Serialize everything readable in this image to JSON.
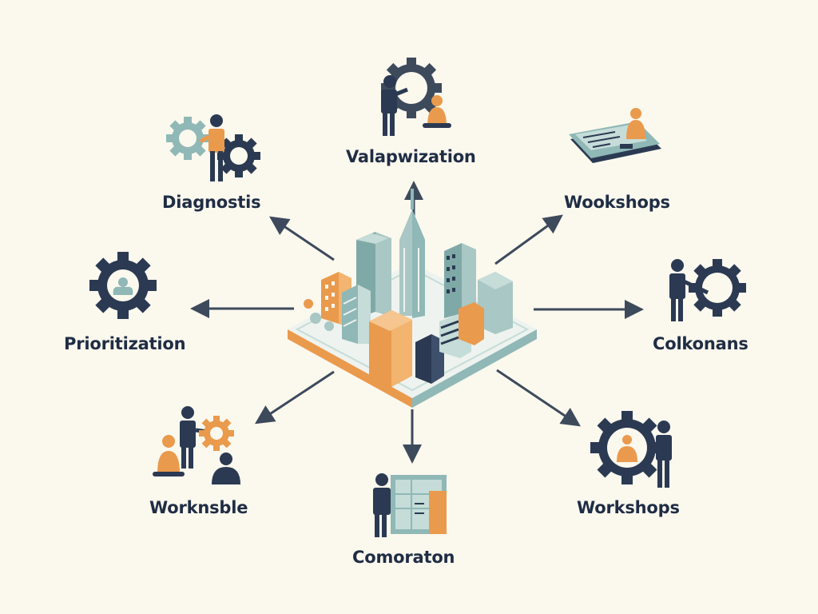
{
  "colors": {
    "background": "#fbf8ee",
    "navy": "#2b3a52",
    "orange": "#ea9a4c",
    "teal": "#8fb8b6",
    "teal_light": "#c5dcd8",
    "arrow": "#3d4a5c"
  },
  "center": {
    "icon": "isometric-city-icon"
  },
  "nodes": [
    {
      "id": "top",
      "label": "Valapwization",
      "icon": "person-gear-icon"
    },
    {
      "id": "top-right",
      "label": "Wookshops",
      "icon": "person-desk-icon"
    },
    {
      "id": "right",
      "label": "Colkonans",
      "icon": "person-gear-icon"
    },
    {
      "id": "bottom-right",
      "label": "Workshops",
      "icon": "person-gear-icon"
    },
    {
      "id": "bottom",
      "label": "Comoraton",
      "icon": "person-board-icon"
    },
    {
      "id": "bottom-left",
      "label": "Worknsble",
      "icon": "people-gear-icon"
    },
    {
      "id": "left",
      "label": "Prioritization",
      "icon": "gear-icon"
    },
    {
      "id": "top-left",
      "label": "Diagnostis",
      "icon": "person-gears-icon"
    }
  ]
}
